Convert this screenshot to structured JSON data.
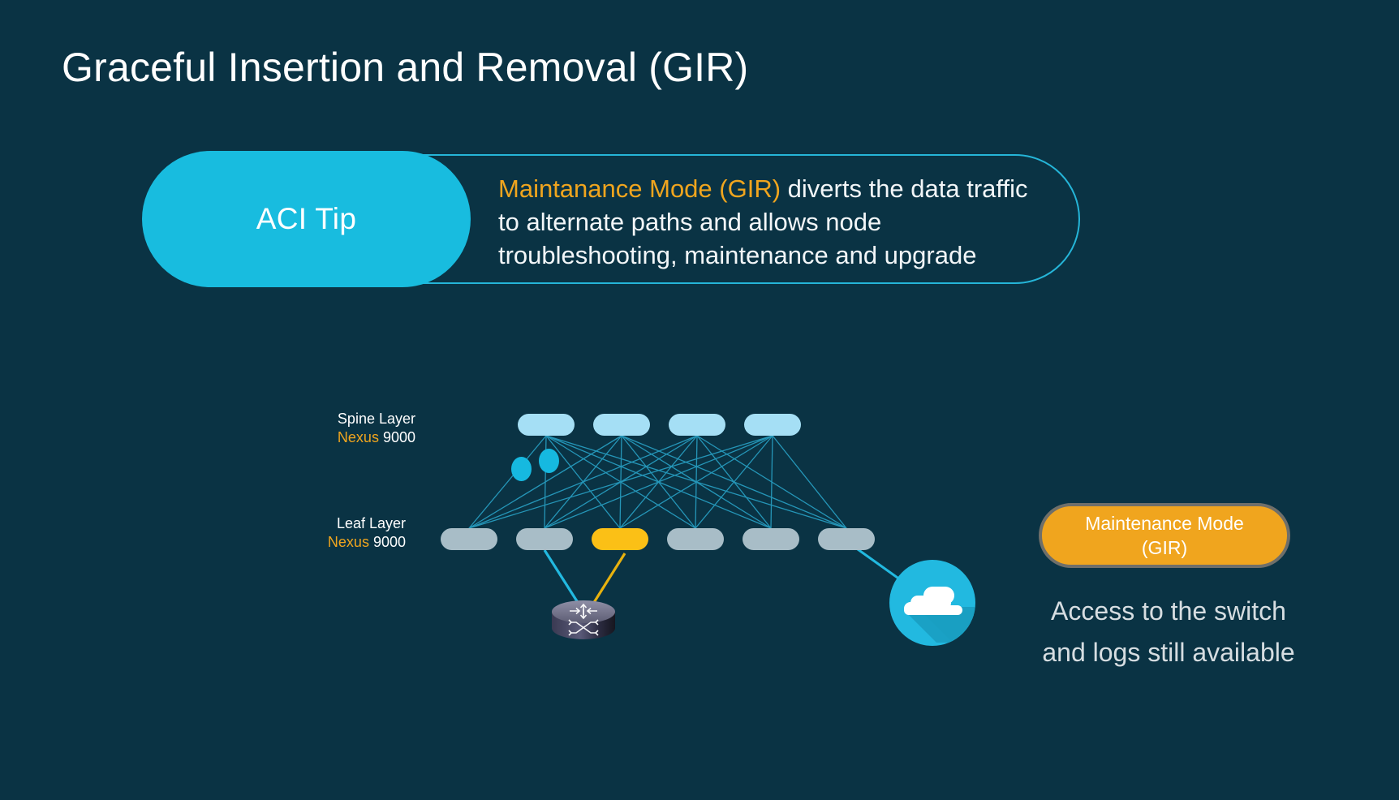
{
  "slide": {
    "title": "Graceful Insertion and Removal (GIR)",
    "background_color": "#0a3344"
  },
  "tip": {
    "pill_label": "ACI Tip",
    "pill_color": "#18bcdf",
    "border_color": "#25b5d8",
    "highlight_text": "Maintanance Mode (GIR)",
    "highlight_color": "#f0a51e",
    "body_text": " diverts the data traffic to alternate paths and allows node troubleshooting, maintenance and upgrade"
  },
  "diagram": {
    "spine": {
      "label_line1": "Spine Layer",
      "label_accent": "Nexus",
      "label_suffix": " 9000",
      "node_color": "#a5dff5",
      "count": 4
    },
    "leaf": {
      "label_line1": "Leaf Layer",
      "label_accent": "Nexus",
      "label_suffix": " 9000",
      "node_color": "#a8bdc7",
      "maintenance_node_color": "#fbc016",
      "count": 6,
      "maintenance_index": 2
    },
    "link_color": "#2596b8",
    "host_link_color": "#22b9e0",
    "maintenance_link_color": "#e8b20e",
    "dot_color": "#16b9e0",
    "icons": {
      "router": "router-icon",
      "cloud": "cloud-icon"
    }
  },
  "annotation": {
    "badge_line1": "Maintenance Mode",
    "badge_line2": "(GIR)",
    "badge_color": "#f0a51e",
    "badge_border_color": "#6f6f6a",
    "caption_line1": "Access to the switch",
    "caption_line2": "and logs still available",
    "caption_color": "#d6dde1"
  }
}
